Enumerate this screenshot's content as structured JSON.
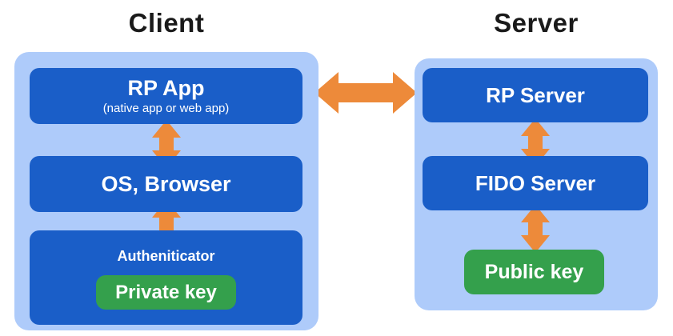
{
  "client": {
    "title": "Client",
    "rp_app": {
      "label": "RP App",
      "sublabel": "(native app or web app)"
    },
    "os_browser": {
      "label": "OS, Browser"
    },
    "authenticator": {
      "label": "Autheniticator",
      "private_key_label": "Private key"
    }
  },
  "server": {
    "title": "Server",
    "rp_server": {
      "label": "RP Server"
    },
    "fido_server": {
      "label": "FIDO Server"
    },
    "public_key_label": "Public key"
  },
  "arrows": [
    {
      "name": "rp-app__rp-server",
      "direction": "horizontal-bidirectional"
    },
    {
      "name": "rp-app__os-browser",
      "direction": "vertical-bidirectional"
    },
    {
      "name": "os-browser__authenticator",
      "direction": "vertical-bidirectional"
    },
    {
      "name": "rp-server__fido-server",
      "direction": "vertical-bidirectional"
    },
    {
      "name": "fido-server__public-key",
      "direction": "vertical-bidirectional"
    }
  ],
  "icons": {
    "horizontal_double_arrow": "double-arrow-horizontal-icon",
    "vertical_double_arrow": "double-arrow-vertical-icon"
  },
  "colors": {
    "page_bg": "#FFFFFF",
    "panel_bg": "#AECBFA",
    "box_bg": "#1A5EC8",
    "key_bg": "#34A04C",
    "arrow": "#ED8A3A",
    "title_text": "#1A1A1A",
    "box_text": "#FFFFFF"
  }
}
